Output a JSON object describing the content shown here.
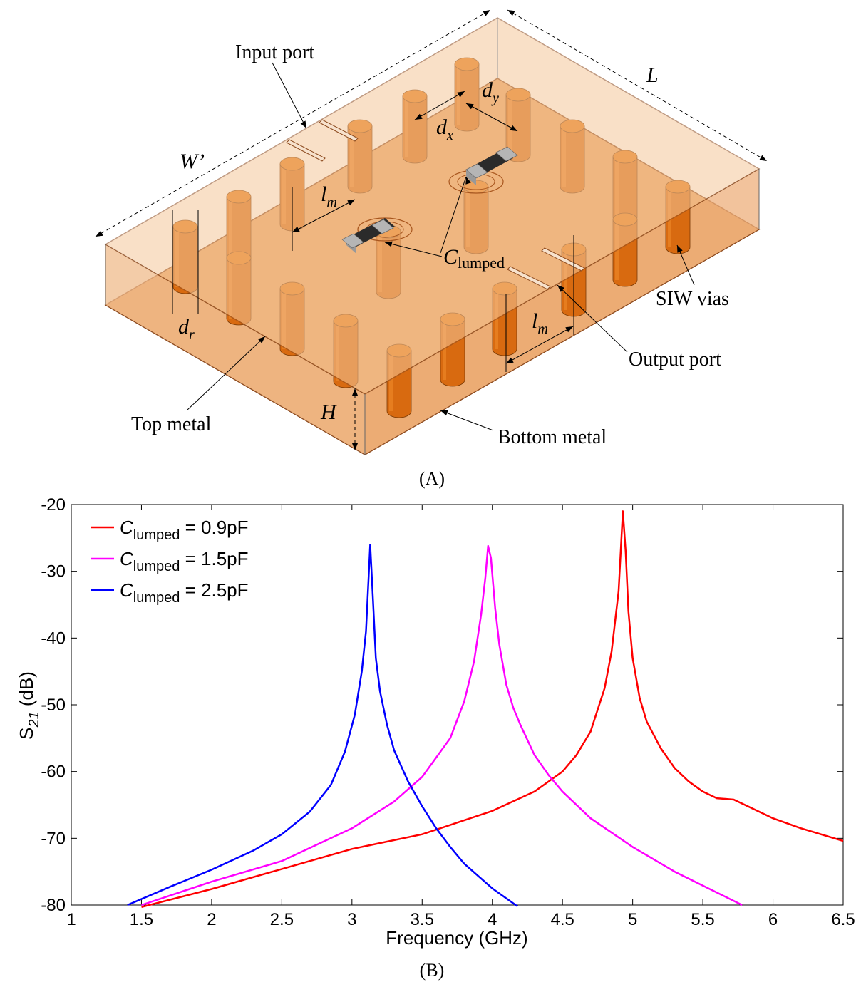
{
  "figure_a": {
    "caption": "(A)",
    "labels": {
      "input_port": "Input port",
      "output_port": "Output port",
      "top_metal": "Top metal",
      "bottom_metal": "Bottom metal",
      "siw_vias": "SIW vias",
      "c_lumped_main": "C",
      "c_lumped_sub": "lumped",
      "length": "L",
      "width": "W’",
      "height": "H",
      "dx_main": "d",
      "dx_sub": "x",
      "dy_main": "d",
      "dy_sub": "y",
      "dr_main": "d",
      "dr_sub": "r",
      "lm_main": "l",
      "lm_sub": "m"
    },
    "colors": {
      "substrate_top": "#f5c79b",
      "substrate_side": "#f0bb8c",
      "metal": "#e99850",
      "via": "#d86a10",
      "via_top": "#e6780f",
      "capacitor_body": "#2b2b2b",
      "capacitor_end": "#a8a8a8"
    }
  },
  "figure_b": {
    "caption": "(B)"
  },
  "chart_data": {
    "type": "line",
    "xlabel": "Frequency (GHz)",
    "ylabel_main": "S",
    "ylabel_sub": "21",
    "ylabel_unit": " (dB)",
    "xlim": [
      1,
      6.5
    ],
    "ylim": [
      -80,
      -20
    ],
    "xticks": [
      1,
      1.5,
      2,
      2.5,
      3,
      3.5,
      4,
      4.5,
      5,
      5.5,
      6,
      6.5
    ],
    "xtick_labels": [
      "1",
      "1.5",
      "2",
      "2.5",
      "3",
      "3.5",
      "4",
      "4.5",
      "5",
      "5.5",
      "6",
      "6.5"
    ],
    "yticks": [
      -80,
      -70,
      -60,
      -50,
      -40,
      -30,
      -20
    ],
    "ytick_labels": [
      "-80",
      "-70",
      "-60",
      "-50",
      "-40",
      "-30",
      "-20"
    ],
    "grid": false,
    "legend_position": "top-left",
    "series": [
      {
        "name": "C lumped = 0.9pF",
        "legend_main": "C",
        "legend_sub": "lumped",
        "legend_value": " = 0.9pF",
        "color": "#ff0000",
        "x": [
          1.5,
          2.0,
          2.5,
          3.0,
          3.5,
          4.0,
          4.3,
          4.5,
          4.6,
          4.7,
          4.8,
          4.85,
          4.9,
          4.93,
          4.95,
          4.97,
          5.0,
          5.05,
          5.1,
          5.2,
          5.3,
          5.4,
          5.5,
          5.6,
          5.72,
          5.8,
          6.0,
          6.2,
          6.5
        ],
        "y": [
          -80.3,
          -77.6,
          -74.6,
          -71.6,
          -69.4,
          -65.9,
          -63.0,
          -60.0,
          -57.5,
          -54.0,
          -47.5,
          -42.0,
          -33.0,
          -21.0,
          -27.0,
          -36.0,
          -43.0,
          -49.0,
          -52.5,
          -56.5,
          -59.5,
          -61.5,
          -63.0,
          -64.0,
          -64.2,
          -65.0,
          -67.0,
          -68.5,
          -70.4
        ]
      },
      {
        "name": "C lumped = 1.5pF",
        "legend_main": "C",
        "legend_sub": "lumped",
        "legend_value": " = 1.5pF",
        "color": "#ff00ff",
        "x": [
          1.5,
          2.0,
          2.5,
          3.0,
          3.3,
          3.5,
          3.7,
          3.8,
          3.87,
          3.92,
          3.95,
          3.97,
          3.99,
          4.02,
          4.05,
          4.1,
          4.15,
          4.2,
          4.3,
          4.4,
          4.5,
          4.7,
          5.0,
          5.3,
          5.78
        ],
        "y": [
          -80.0,
          -76.5,
          -73.4,
          -68.5,
          -64.5,
          -60.8,
          -55.0,
          -49.5,
          -43.5,
          -36.5,
          -31.0,
          -26.2,
          -28.0,
          -35.5,
          -41.0,
          -47.0,
          -50.5,
          -53.0,
          -57.5,
          -60.5,
          -63.0,
          -67.0,
          -71.3,
          -75.0,
          -80.0
        ]
      },
      {
        "name": "C lumped = 2.5pF",
        "legend_main": "C",
        "legend_sub": "lumped",
        "legend_value": " = 2.5pF",
        "color": "#0000ff",
        "x": [
          1.4,
          1.7,
          2.0,
          2.3,
          2.5,
          2.7,
          2.85,
          2.95,
          3.02,
          3.07,
          3.1,
          3.13,
          3.15,
          3.17,
          3.2,
          3.25,
          3.3,
          3.4,
          3.5,
          3.6,
          3.7,
          3.8,
          4.0,
          4.18
        ],
        "y": [
          -80.0,
          -77.3,
          -74.7,
          -71.8,
          -69.4,
          -66.0,
          -62.0,
          -57.0,
          -51.5,
          -45.0,
          -39.0,
          -26.0,
          -34.5,
          -43.0,
          -48.0,
          -53.0,
          -56.8,
          -61.5,
          -65.2,
          -68.5,
          -71.3,
          -73.8,
          -77.5,
          -80.2
        ]
      }
    ]
  }
}
